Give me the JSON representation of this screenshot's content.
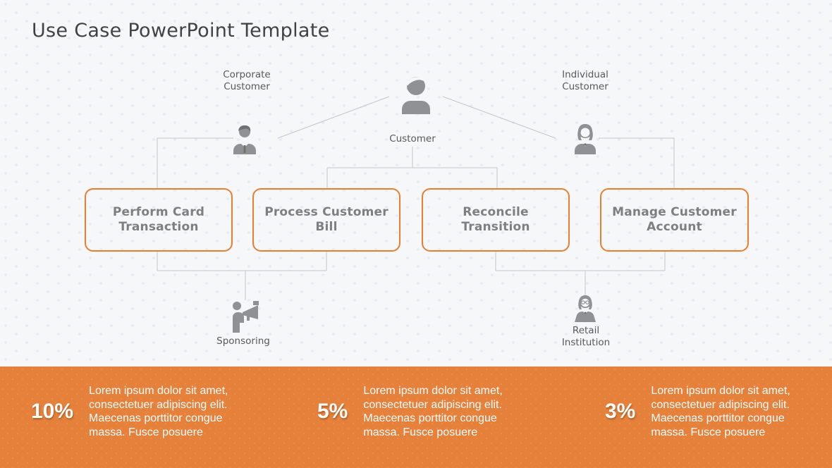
{
  "title": "Use Case PowerPoint Template",
  "colors": {
    "accent_orange_border": "#EB7D2F",
    "band_orange": "#E6813C",
    "connector_gray": "#C4C5C8",
    "icon_gray": "#8F9194",
    "label_gray": "#595959",
    "usecase_text_gray": "#7E7F81",
    "title_gray": "#414244",
    "background": "#F6F7F9"
  },
  "diagram": {
    "actors": {
      "customer": {
        "label": "Customer",
        "icon": "person-icon"
      },
      "corporate": {
        "label": "Corporate\nCustomer",
        "icon": "businessman-icon"
      },
      "individual": {
        "label": "Individual\nCustomer",
        "icon": "woman-icon"
      },
      "sponsoring": {
        "label": "Sponsoring",
        "icon": "megaphone-person-icon"
      },
      "retail": {
        "label": "Retail\nInstitution",
        "icon": "clerk-woman-icon"
      }
    },
    "usecases": [
      {
        "label": "Perform Card\nTransaction"
      },
      {
        "label": "Process Customer\nBill"
      },
      {
        "label": "Reconcile\nTransition"
      },
      {
        "label": "Manage Customer\nAccount"
      }
    ]
  },
  "stats": [
    {
      "value": "10%",
      "text": "Lorem ipsum dolor sit amet,\nconsectetuer adipiscing elit.\nMaecenas porttitor congue\nmassa. Fusce posuere"
    },
    {
      "value": "5%",
      "text": "Lorem ipsum dolor sit amet,\nconsectetuer adipiscing elit.\nMaecenas porttitor congue\nmassa. Fusce posuere"
    },
    {
      "value": "3%",
      "text": "Lorem ipsum dolor sit amet,\nconsectetuer adipiscing elit.\nMaecenas porttitor congue\nmassa. Fusce posuere"
    }
  ]
}
